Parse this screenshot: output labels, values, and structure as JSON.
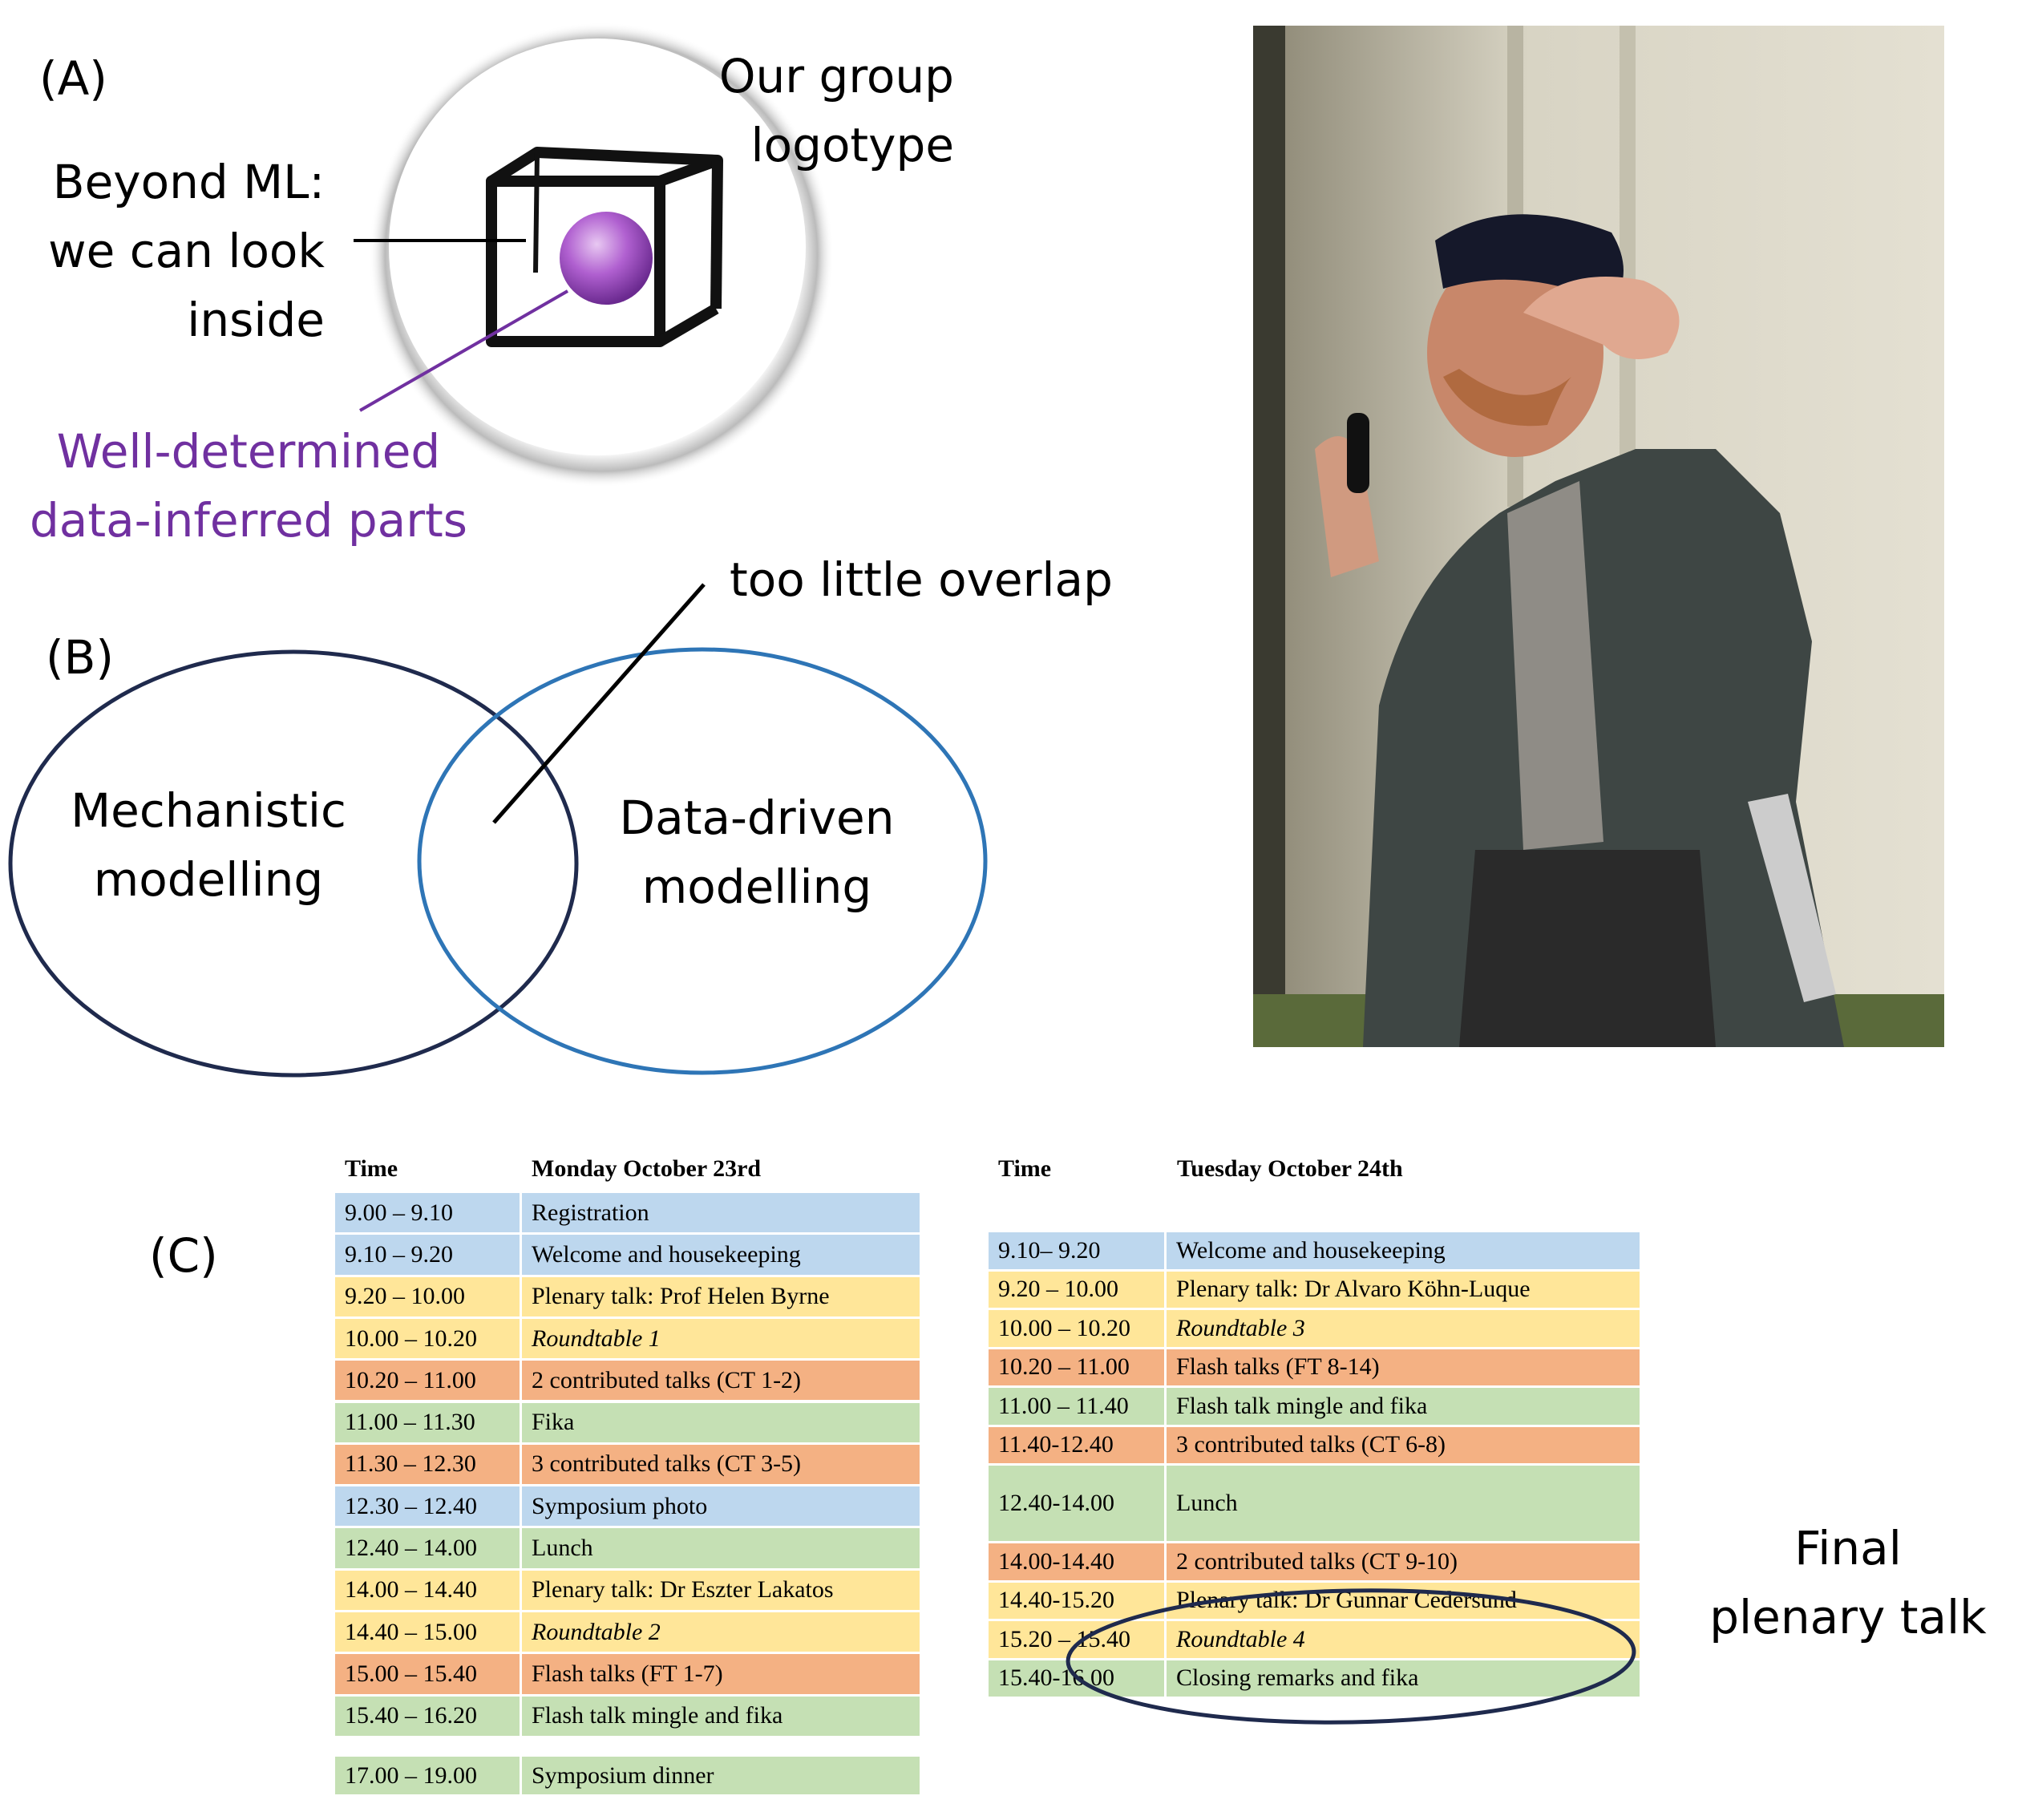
{
  "panel_a": {
    "label": "(A)",
    "logo_caption": [
      "Our group",
      "logotype"
    ],
    "beyond_ml": [
      "Beyond ML:",
      "we can look",
      "inside"
    ],
    "well_determined": [
      "Well-determined",
      "data-inferred parts"
    ],
    "purple": "#7030A0"
  },
  "panel_b": {
    "label": "(B)",
    "overlap_note": "too little overlap",
    "left_circle": [
      "Mechanistic",
      "modelling"
    ],
    "right_circle": [
      "Data-driven",
      "modelling"
    ],
    "left_color": "#1F2A4D",
    "right_color": "#2E75B6"
  },
  "panel_c": {
    "label": "(C)",
    "final_note": [
      "Final",
      "plenary talk"
    ],
    "colors": {
      "blue": "#BDD7EE",
      "yellow": "#FFE699",
      "orange": "#F4B183",
      "green": "#C5E0B4"
    },
    "monday": {
      "time_header": "Time",
      "day_header": "Monday October 23rd",
      "rows": [
        {
          "time": "9.00 – 9.10",
          "event": "Registration",
          "color": "blue"
        },
        {
          "time": "9.10 – 9.20",
          "event": "Welcome and housekeeping",
          "color": "blue"
        },
        {
          "time": "9.20 – 10.00",
          "event": "Plenary talk: Prof Helen Byrne",
          "color": "yellow"
        },
        {
          "time": "10.00 – 10.20",
          "event": "Roundtable 1",
          "color": "yellow",
          "italic": true
        },
        {
          "time": "10.20 – 11.00",
          "event": "2 contributed talks (CT 1-2)",
          "color": "orange"
        },
        {
          "time": "11.00 – 11.30",
          "event": "Fika",
          "color": "green"
        },
        {
          "time": "11.30 – 12.30",
          "event": "3 contributed talks (CT 3-5)",
          "color": "orange"
        },
        {
          "time": "12.30 – 12.40",
          "event": "Symposium photo",
          "color": "blue"
        },
        {
          "time": "12.40 – 14.00",
          "event": "Lunch",
          "color": "green"
        },
        {
          "time": "14.00 – 14.40",
          "event": "Plenary talk: Dr Eszter Lakatos",
          "color": "yellow"
        },
        {
          "time": "14.40 – 15.00",
          "event": "Roundtable 2",
          "color": "yellow",
          "italic": true
        },
        {
          "time": "15.00 – 15.40",
          "event": "Flash talks (FT 1-7)",
          "color": "orange"
        },
        {
          "time": "15.40 – 16.20",
          "event": "Flash talk mingle and fika",
          "color": "green"
        }
      ],
      "dinner": {
        "time": "17.00 – 19.00",
        "event": "Symposium dinner",
        "color": "green"
      }
    },
    "tuesday": {
      "time_header": "Time",
      "day_header": "Tuesday October 24th",
      "rows": [
        {
          "time": "9.10– 9.20",
          "event": "Welcome and housekeeping",
          "color": "blue"
        },
        {
          "time": "9.20 – 10.00",
          "event": "Plenary talk: Dr Alvaro Köhn-Luque",
          "color": "yellow"
        },
        {
          "time": "10.00 – 10.20",
          "event": "Roundtable 3",
          "color": "yellow",
          "italic": true
        },
        {
          "time": "10.20 – 11.00",
          "event": "Flash talks (FT 8-14)",
          "color": "orange"
        },
        {
          "time": "11.00 – 11.40",
          "event": "Flash talk mingle and fika",
          "color": "green"
        },
        {
          "time": "11.40-12.40",
          "event": "3 contributed talks (CT 6-8)",
          "color": "orange"
        },
        {
          "time": "12.40-14.00",
          "event": "Lunch",
          "color": "green",
          "span": 2
        },
        {
          "time": "14.00-14.40",
          "event": "2 contributed talks (CT 9-10)",
          "color": "orange"
        },
        {
          "time": "14.40-15.20",
          "event": "Plenary talk: Dr Gunnar Cedersund",
          "color": "yellow"
        },
        {
          "time": "15.20 – 15.40",
          "event": "Roundtable 4",
          "color": "yellow",
          "italic": true
        },
        {
          "time": "15.40-16.00",
          "event": "Closing remarks and fika",
          "color": "green"
        }
      ]
    }
  }
}
